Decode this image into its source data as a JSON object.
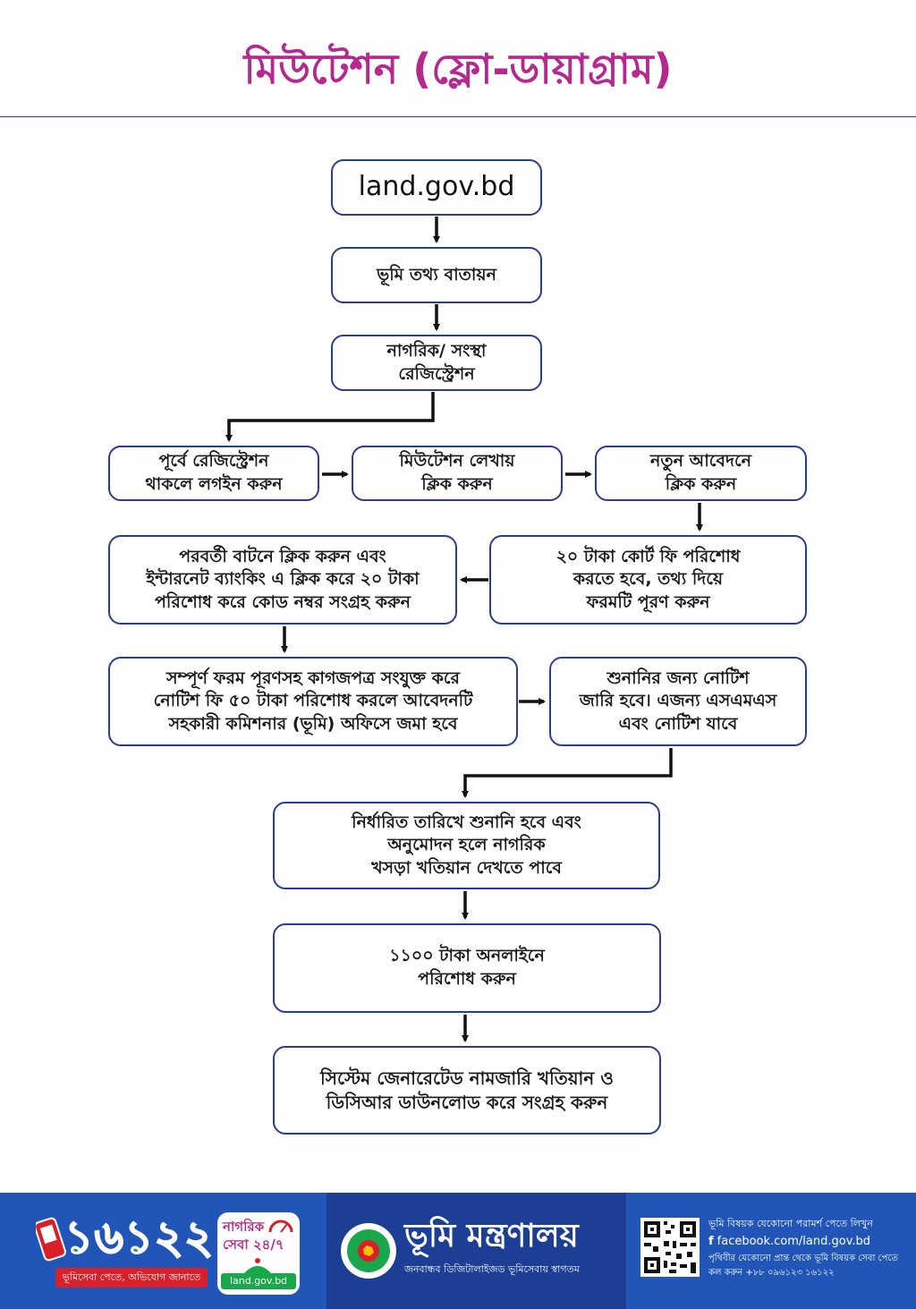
{
  "page_title": "মিউটেশন (ফ্লো-ডায়াগ্রাম)",
  "steps": [
    "land.gov.bd",
    "ভূমি তথ্য বাতায়ন",
    "নাগরিক/ সংস্থা\nরেজিস্ট্রেশন",
    "পূর্বে রেজিস্ট্রেশন\nথাকলে লগইন করুন",
    "মিউটেশন লেখায়\nক্লিক করুন",
    "নতুন আবেদনে\nক্লিক করুন",
    "২০ টাকা কোর্ট ফি পরিশোধ\nকরতে হবে, তথ্য দিয়ে\nফরমটি পূরণ করুন",
    "পরবর্তী বাটনে ক্লিক করুন এবং\nইন্টারনেট ব্যাংকিং এ ক্লিক করে ২০ টাকা\nপরিশোধ করে কোড নম্বর সংগ্রহ করুন",
    "সম্পূর্ণ ফরম পূরণসহ কাগজপত্র সংযুক্ত করে\nনোটিশ ফি ৫০ টাকা পরিশোধ করলে আবেদনটি\nসহকারী কমিশনার (ভূমি) অফিসে জমা হবে",
    "শুনানির জন্য নোটিশ\nজারি হবে। এজন্য এসএমএস\nএবং নোটিশ যাবে",
    "নির্ধারিত তারিখে শুনানি হবে এবং\nঅনুমোদন হলে নাগরিক\nখসড়া খতিয়ান দেখতে পাবে",
    "১১০০ টাকা অনলাইনে\nপরিশোধ করুন",
    "সিস্টেম জেনারেটেড নামজারি খতিয়ান ও\nডিসিআর ডাউনলোড করে সংগ্রহ করুন"
  ],
  "colors": {
    "title": "#b5298f",
    "box_border": "#2d3d8e",
    "arrow": "#111111",
    "footer_bg": "#2156b8",
    "footer_mid": "#1c3e95",
    "hotline_green": "#1aa64a",
    "hotline_red": "#d81f2a"
  },
  "footer": {
    "hotline_number": "১৬১২২",
    "hotline_tagline": "ভূমিসেবা পেতে, অভিযোগ জানাতে",
    "seba_badge_title": "নাগরিক\nসেবা ২৪/৭",
    "seba_badge_url": "land.gov.bd",
    "emblem_icon": "bangladesh-government-emblem",
    "ministry_name": "ভূমি মন্ত্রণালয়",
    "ministry_tagline": "জনবান্ধব ডিজিটালাইজড ভূমিসেবায় স্বাগতম",
    "qr_icon": "qr-code-icon",
    "contact_line1": "ভূমি বিষয়ক যেকোনো পরামর্শ পেতে লিখুন",
    "facebook_icon": "facebook-icon",
    "facebook_url": "facebook.com/land.gov.bd",
    "contact_line3": "পৃথিবীর যেকোনো প্রান্ত থেকে ভূমি বিষয়ক সেবা পেতে",
    "contact_line4": "কল করুন +৮৮ ০৯৬১২৩ ১৬১২২"
  }
}
